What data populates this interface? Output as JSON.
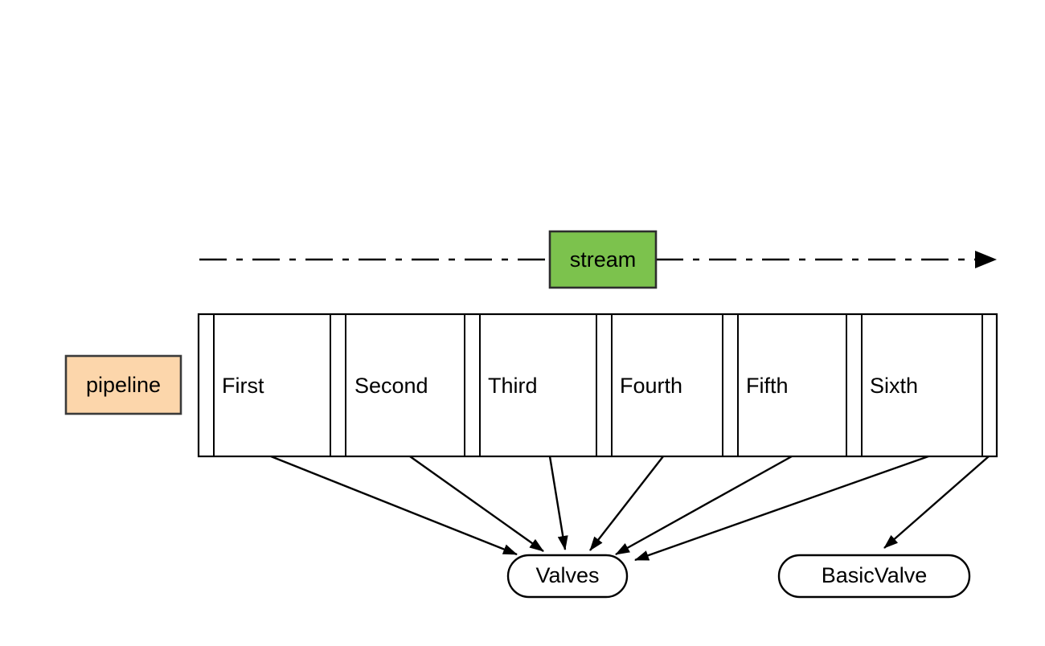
{
  "diagram": {
    "title": "pipeline-stream-valves-diagram",
    "background_color": "#ffffff",
    "line_color": "#000000"
  },
  "stream": {
    "label": "stream",
    "fill_color": "#7cc24d",
    "stroke_color": "#2d2d2d",
    "line_style": "dash-dot",
    "arrow_direction": "right"
  },
  "pipeline": {
    "label": "pipeline",
    "fill_color": "#fcd6ab",
    "stroke_color": "#3a3a3a",
    "segments": [
      {
        "label": "First"
      },
      {
        "label": "Second"
      },
      {
        "label": "Third"
      },
      {
        "label": "Fourth"
      },
      {
        "label": "Fifth"
      },
      {
        "label": "Sixth"
      }
    ]
  },
  "nodes": [
    {
      "id": "valves",
      "label": "Valves",
      "shape": "stadium"
    },
    {
      "id": "basicvalve",
      "label": "BasicValve",
      "shape": "stadium"
    }
  ],
  "edges": [
    {
      "from": "First",
      "to": "Valves"
    },
    {
      "from": "Second",
      "to": "Valves"
    },
    {
      "from": "Third",
      "to": "Valves"
    },
    {
      "from": "Fourth",
      "to": "Valves"
    },
    {
      "from": "Fifth",
      "to": "Valves"
    },
    {
      "from": "Sixth",
      "to": "Valves"
    },
    {
      "from": "Sixth",
      "to": "BasicValve"
    }
  ]
}
